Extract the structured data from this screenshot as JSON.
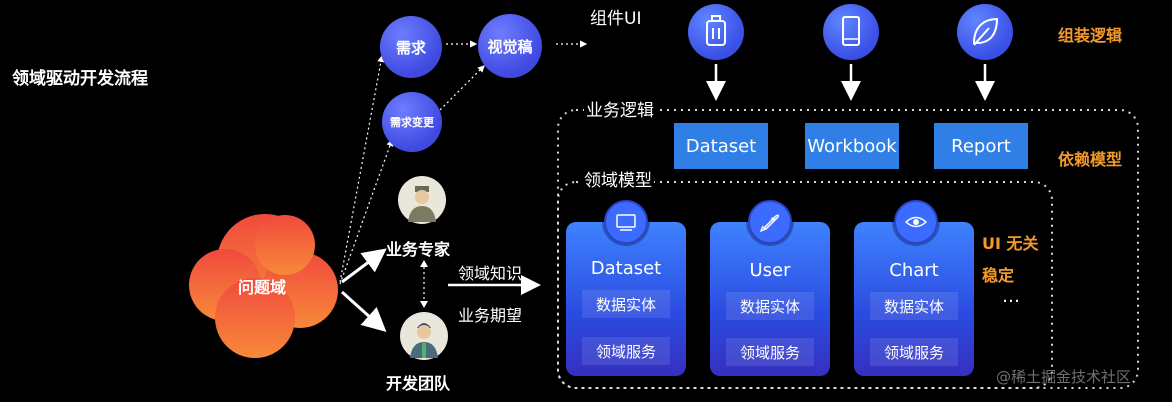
{
  "left_title": "领域驱动开发流程",
  "problem_domain": "问题域",
  "nodes": {
    "demand": "需求",
    "demand_change": "需求变更",
    "visual_draft": "视觉稿",
    "component_ui": "组件UI",
    "business_expert": "业务专家",
    "dev_team": "开发团队",
    "domain_knowledge": "领域知识",
    "business_expectation": "业务期望"
  },
  "layers": {
    "business_logic": "业务逻辑",
    "domain_model": "领域模型"
  },
  "side_labels": {
    "assembly_logic": "组装逻辑",
    "dependency_model": "依赖模型",
    "ui_independent_1": "UI 无关",
    "ui_independent_2": "稳定",
    "ellipsis": "…"
  },
  "business_boxes": [
    "Dataset",
    "Workbook",
    "Report"
  ],
  "domain_cards": [
    {
      "title": "Dataset",
      "entity": "数据实体",
      "service": "领域服务"
    },
    {
      "title": "User",
      "entity": "数据实体",
      "service": "领域服务"
    },
    {
      "title": "Chart",
      "entity": "数据实体",
      "service": "领域服务"
    }
  ],
  "top_icons": [
    "suitcase-icon",
    "phone-icon",
    "leaf-icon"
  ],
  "card_icons": [
    "monitor-icon",
    "rocket-icon",
    "eye-icon"
  ],
  "watermark": "@稀土掘金技术社区",
  "colors": {
    "background": "#000000",
    "circle_blue": "#4a55f0",
    "box_blue": "#2f7fe6",
    "orange": "#f39a2b",
    "cloud_top": "#f04a3c",
    "cloud_bottom": "#f7893a"
  }
}
